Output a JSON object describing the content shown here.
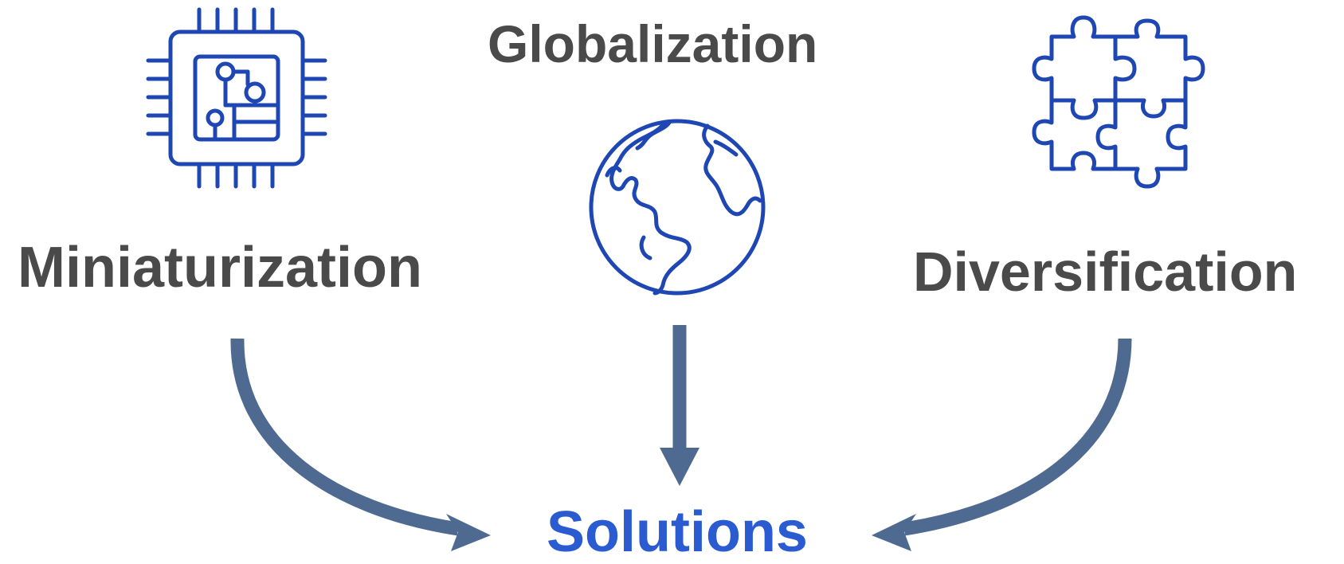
{
  "labels": {
    "globalization": "Globalization",
    "miniaturization": "Miniaturization",
    "diversification": "Diversification",
    "solutions": "Solutions"
  },
  "icons": {
    "left": "chip-icon",
    "center": "globe-icon",
    "right": "puzzle-icon"
  },
  "colors": {
    "text": "#4a4a4a",
    "solutions_text": "#2a5bd0",
    "icon_stroke": "#1f47b4",
    "arrow": "#4f6a91",
    "background": "#ffffff"
  }
}
